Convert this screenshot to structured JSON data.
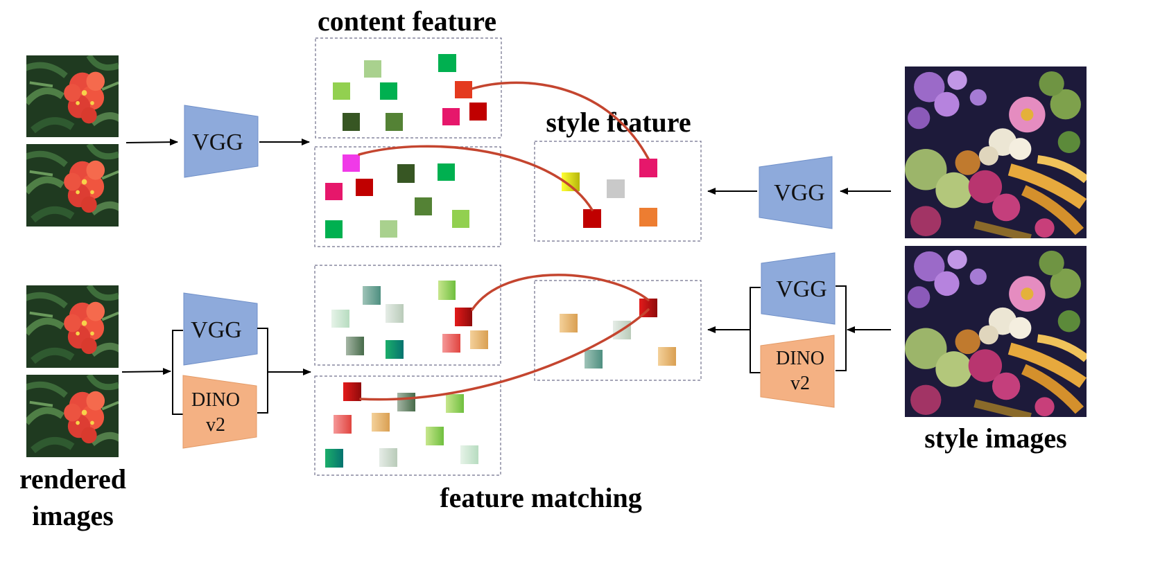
{
  "labels": {
    "content_feature": "content feature",
    "style_feature": "style feature",
    "feature_matching": "feature matching",
    "rendered_images_l1": "rendered",
    "rendered_images_l2": "images",
    "style_images": "style images"
  },
  "encoders": {
    "vgg": "VGG",
    "dino_l1": "DINO",
    "dino_l2": "v2"
  },
  "colors": {
    "vgg_fill": "#8eaadb",
    "vgg_stroke": "#6f8fc8",
    "dino_fill": "#f4b183",
    "dino_stroke": "#e39a66",
    "match_line": "#c4452f",
    "box_border": "#6e6e8a"
  },
  "images": {
    "rendered": "red flower photo",
    "style": "vegetable still-life painting"
  }
}
